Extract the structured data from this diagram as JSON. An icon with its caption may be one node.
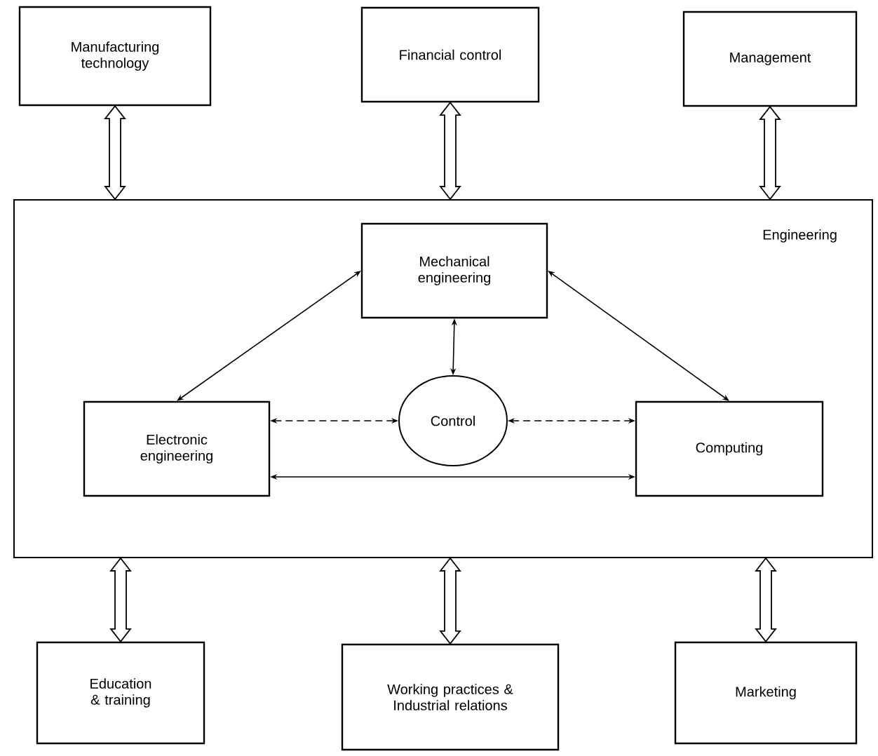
{
  "diagram": {
    "nodes": [
      {
        "text": [
          "Manufacturing technology"
        ]
      },
      {
        "text": [
          "Financial control"
        ]
      },
      {
        "text": [
          "Management"
        ]
      },
      {
        "text": [
          "Engineering"
        ]
      },
      {
        "text": [
          "Mechanical engineering"
        ],
        "in": 3
      },
      {
        "text": [
          "Electronic engineering"
        ],
        "in": 3
      },
      {
        "text": [
          "Control"
        ],
        "in": 3
      },
      {
        "text": [
          "Computing"
        ],
        "in": 3
      },
      {
        "text": [
          "Education & training"
        ]
      },
      {
        "text": [
          "Working practices & Industrial relations"
        ]
      },
      {
        "text": [
          "Marketing"
        ]
      }
    ],
    "edges": [
      {
        "from": 0,
        "to": 3,
        "arrow": "both",
        "style": "thick"
      },
      {
        "from": 1,
        "to": 3,
        "arrow": "both",
        "style": "thick"
      },
      {
        "from": 2,
        "to": 3,
        "arrow": "both",
        "style": "thick"
      },
      {
        "from": 4,
        "to": 5,
        "arrow": "both"
      },
      {
        "from": 4,
        "to": 7,
        "arrow": "both"
      },
      {
        "from": 4,
        "to": 6,
        "arrow": "both"
      },
      {
        "from": 5,
        "to": 6,
        "arrow": "both",
        "style": "dashed"
      },
      {
        "from": 6,
        "to": 7,
        "arrow": "both",
        "style": "dashed"
      },
      {
        "from": 5,
        "to": 7,
        "arrow": "both"
      },
      {
        "from": 3,
        "to": 8,
        "arrow": "both",
        "style": "thick"
      },
      {
        "from": 3,
        "to": 9,
        "arrow": "both",
        "style": "thick"
      },
      {
        "from": 3,
        "to": 10,
        "arrow": "both",
        "style": "thick"
      }
    ]
  }
}
